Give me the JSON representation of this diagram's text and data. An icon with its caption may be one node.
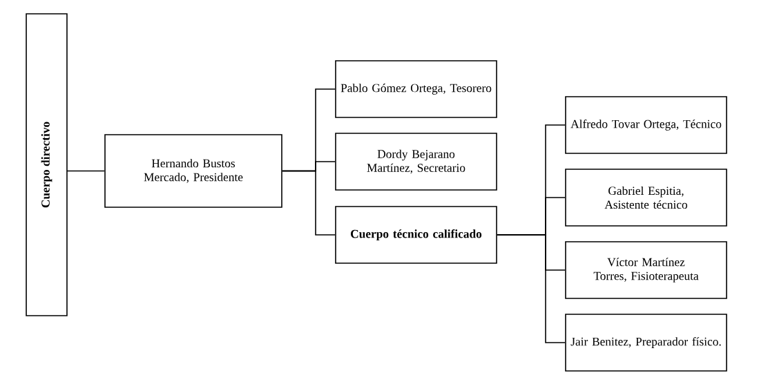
{
  "diagram": {
    "nodes": [
      {
        "text": [
          "Cuerpo directivo"
        ]
      },
      {
        "text": [
          "Hernando Bustos Mercado, Presidente"
        ]
      },
      {
        "text": [
          "Pablo Gómez Ortega, Tesorero"
        ]
      },
      {
        "text": [
          "Dordy Bejarano Martínez, Secretario"
        ]
      },
      {
        "text": [
          "Cuerpo técnico calificado"
        ]
      },
      {
        "text": [
          "Alfredo Tovar Ortega, Técnico"
        ]
      },
      {
        "text": [
          "Gabriel Espitia, Asistente técnico"
        ]
      },
      {
        "text": [
          "Víctor Martínez Torres, Fisioterapeuta"
        ]
      },
      {
        "text": [
          "Jair Benitez, Preparador físico."
        ]
      }
    ],
    "edges": [
      {
        "from": 0,
        "to": 1,
        "arrow": "none"
      },
      {
        "from": 1,
        "to": 2,
        "arrow": "none"
      },
      {
        "from": 1,
        "to": 3,
        "arrow": "none"
      },
      {
        "from": 1,
        "to": 4,
        "arrow": "none"
      },
      {
        "from": 4,
        "to": 5,
        "arrow": "none"
      },
      {
        "from": 4,
        "to": 6,
        "arrow": "none"
      },
      {
        "from": 4,
        "to": 7,
        "arrow": "none"
      },
      {
        "from": 4,
        "to": 8,
        "arrow": "none"
      }
    ]
  }
}
